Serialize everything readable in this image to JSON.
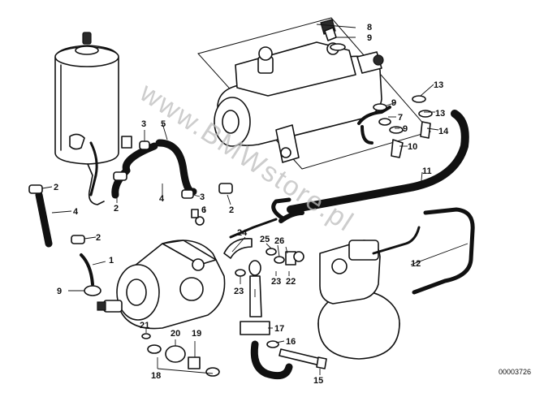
{
  "diagram": {
    "callouts": {
      "c1": "1",
      "c2a": "2",
      "c2b": "2",
      "c2c": "2",
      "c2d": "2",
      "c3a": "3",
      "c3b": "3",
      "c4a": "4",
      "c4b": "4",
      "c5": "5",
      "c6": "6",
      "c7": "7",
      "c8": "8",
      "c9a": "9",
      "c9b": "9",
      "c9c": "9",
      "c9d": "9",
      "c10": "10",
      "c11": "11",
      "c12": "12",
      "c13a": "13",
      "c13b": "13",
      "c14": "14",
      "c15": "15",
      "c16": "16",
      "c17": "17",
      "c18": "18",
      "c19": "19",
      "c20": "20",
      "c21": "21",
      "c22": "22",
      "c23a": "23",
      "c23b": "23",
      "c24": "24",
      "c25": "25",
      "c26": "26"
    },
    "watermark": "www.BMWstore.pl",
    "drawing_code": "00003726"
  },
  "colors": {
    "ink": "#111111",
    "paper": "#ffffff",
    "watermark": "#bdbdbd"
  }
}
